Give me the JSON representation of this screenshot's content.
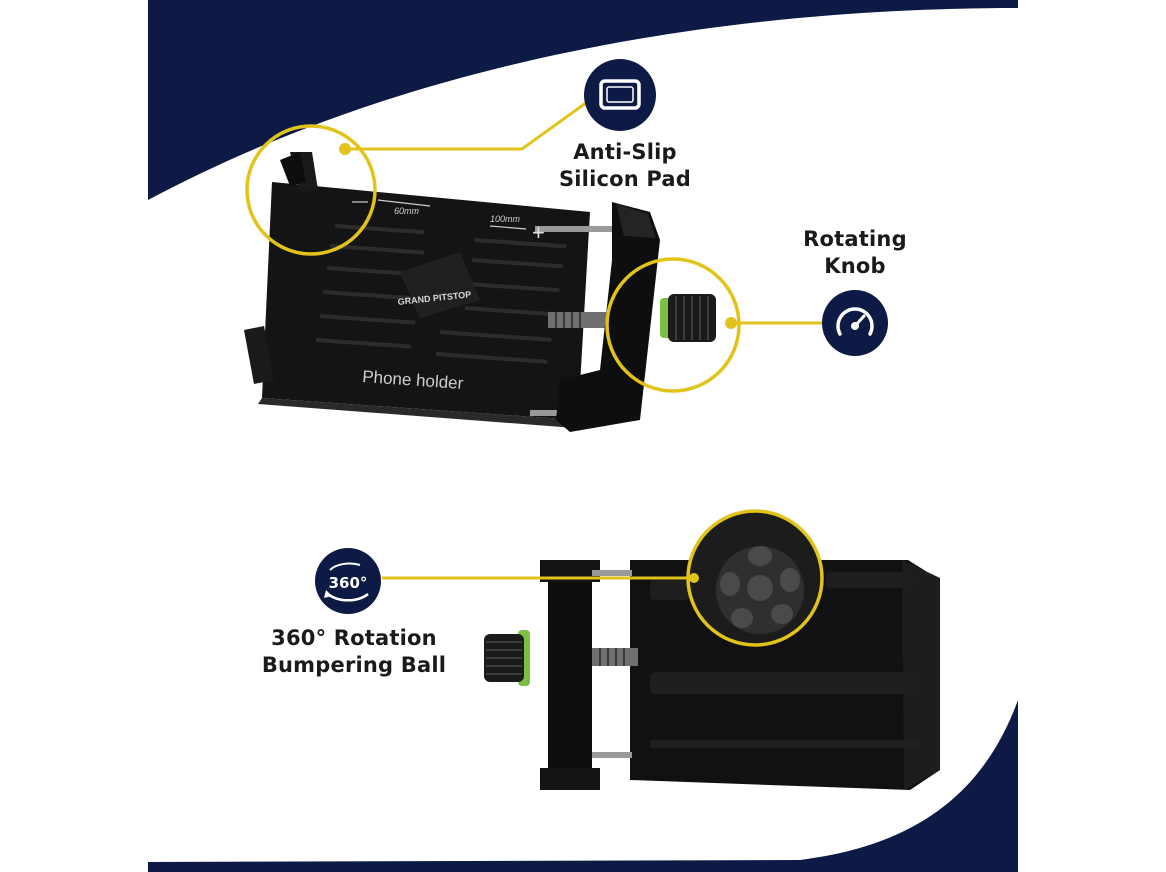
{
  "colors": {
    "navy": "#0c1a45",
    "accent_yellow": "#e2c31a",
    "holder_black": "#111111",
    "ring_green": "#7bc043",
    "background": "#ffffff"
  },
  "callouts": {
    "anti_slip": {
      "line1": "Anti-Slip",
      "line2": "Silicon Pad",
      "icon": "rectangle-pad-icon"
    },
    "rotating_knob": {
      "line1": "Rotating",
      "line2": "Knob",
      "icon": "gauge-icon"
    },
    "rotation": {
      "line1": "360° Rotation",
      "line2": "Bumpering Ball",
      "icon": "rotate-360-icon",
      "icon_text": "360°"
    }
  },
  "product": {
    "brand": "GRAND PITSTOP",
    "engraving": "Phone holder",
    "min_label": "60mm",
    "max_label": "100mm",
    "minus_sign": "—",
    "plus_sign": "+"
  }
}
